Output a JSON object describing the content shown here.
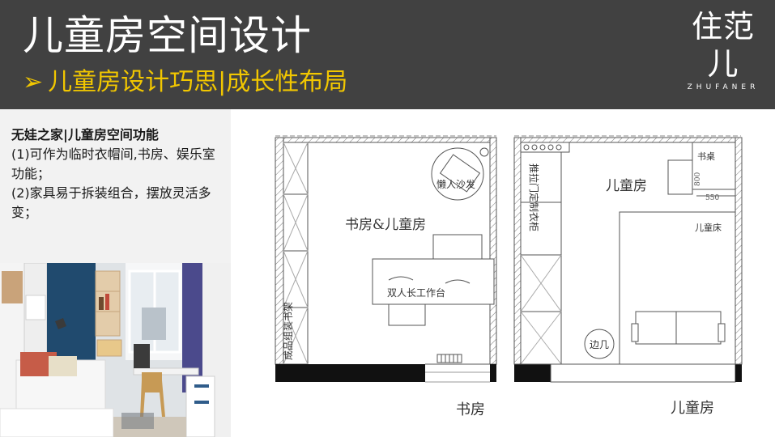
{
  "header": {
    "title": "儿童房空间设计",
    "subtitle_arrow": "➢",
    "subtitle": "儿童房设计巧思|成长性布局"
  },
  "logo": {
    "mark": "住范儿",
    "sub": "ZHUFANER"
  },
  "intro": {
    "heading": "无娃之家|儿童房空间功能",
    "line1": "(1)可作为临时衣帽间,书房、娱乐室功能；",
    "line2": "(2)家具易于拆装组合，摆放灵活多变；"
  },
  "plan_left": {
    "room_label": "书房&儿童房",
    "sofa_label": "懒人沙发",
    "desk_label": "双人长工作台",
    "shelf_label": "成品组装书架",
    "caption": "书房"
  },
  "plan_right": {
    "room_label": "儿童房",
    "desk_label": "书桌",
    "bed_label": "儿童床",
    "wardrobe_label": "推拉门定制衣柜",
    "side_label": "边几",
    "dim_800": "800",
    "dim_550": "550",
    "caption": "儿童房"
  },
  "colors": {
    "header_bg": "#414141",
    "subtitle": "#f2c700",
    "panel_bg": "#f2f2f2"
  }
}
